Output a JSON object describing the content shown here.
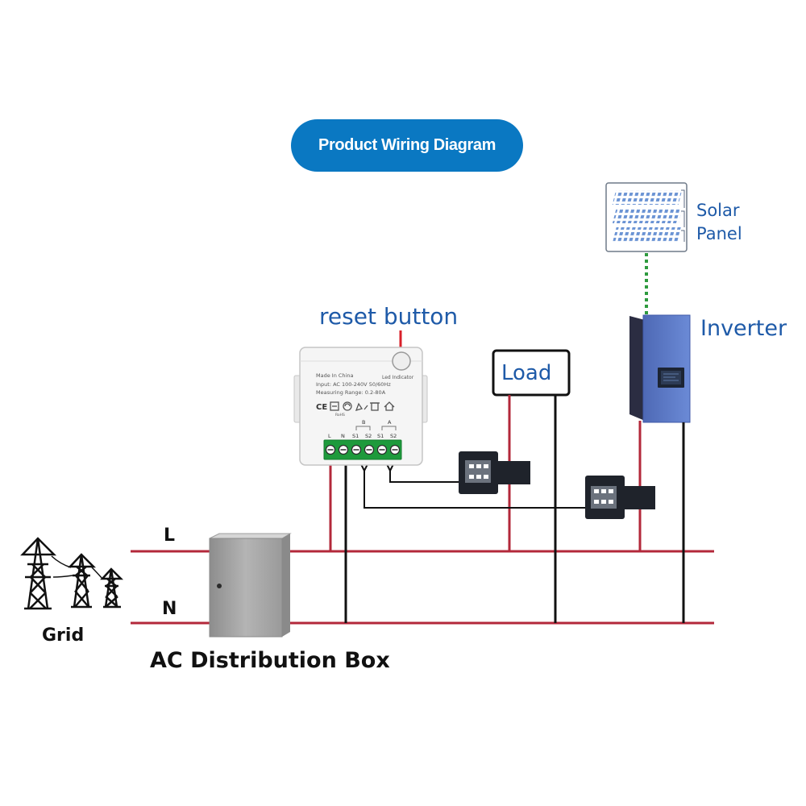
{
  "header": {
    "title": "Product Wiring Diagram"
  },
  "labels": {
    "solar_panel_line1": "Solar",
    "solar_panel_line2": "Panel",
    "inverter": "Inverter",
    "load": "Load",
    "reset_button": "reset button",
    "live": "L",
    "neutral": "N",
    "grid": "Grid",
    "distribution_box": "AC Distribution Box"
  },
  "meter": {
    "made_in": "Made In China",
    "led_indicator": "Led Indicator",
    "input_spec": "Input: AC 100-240V 50/60Hz",
    "measuring_range": "Measuring Range: 0.2-80A",
    "terminal_label_l": "L",
    "terminal_label_n": "N",
    "terminal_label_s1_b": "S1",
    "terminal_label_s2_b": "S2",
    "terminal_label_s1_a": "S1",
    "terminal_label_s2_a": "S2",
    "channel_b": "B",
    "channel_a": "A",
    "cert_ce": "CE",
    "cert_rohs": "RoHS"
  },
  "colors": {
    "live_wire": "#b3283a",
    "neutral_wire": "#1a1a1a",
    "signal_link": "#2e9a3e",
    "reset_arrow": "#d8202a",
    "title_pill": "#0a78c2",
    "label_blue": "#1e5aa8",
    "inverter_body": "#5b79c4",
    "terminal_green": "#1e9a3c",
    "ct_clamp": "#1f232b"
  }
}
